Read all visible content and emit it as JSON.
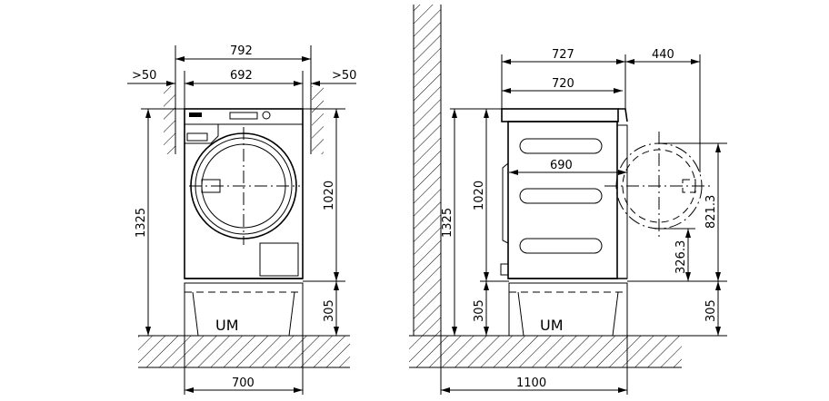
{
  "front_view": {
    "width_overall": "792",
    "width_machine": "692",
    "clearance_left": ">50",
    "clearance_right": ">50",
    "height_total": "1325",
    "height_machine": "1020",
    "height_base": "305",
    "base_width": "700",
    "base_label": "UM"
  },
  "side_view": {
    "depth_overall": "727",
    "door_swing": "440",
    "depth_top": "720",
    "depth_body": "690",
    "height_total": "1325",
    "height_machine": "1020",
    "height_base": "305",
    "door_center_height": "821.3",
    "door_bottom_height": "326.3",
    "height_base_right": "305",
    "base_depth": "1100",
    "base_label": "UM"
  }
}
